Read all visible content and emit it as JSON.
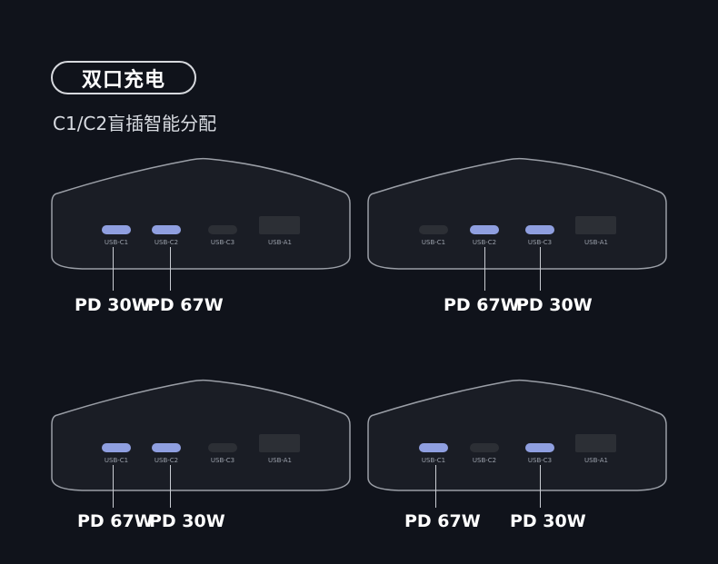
{
  "header": {
    "title": "双口充电",
    "subtitle": "C1/C2盲插智能分配"
  },
  "port_labels": [
    "USB-C1",
    "USB-C2",
    "USB-C3",
    "USB-A1"
  ],
  "panels": [
    {
      "active": [
        "USB-C1",
        "USB-C2"
      ],
      "outputs": [
        "PD 30W",
        "PD 67W"
      ]
    },
    {
      "active": [
        "USB-C2",
        "USB-C3"
      ],
      "outputs": [
        "PD 67W",
        "PD 30W"
      ]
    },
    {
      "active": [
        "USB-C1",
        "USB-C2"
      ],
      "outputs": [
        "PD 67W",
        "PD 30W"
      ]
    },
    {
      "active": [
        "USB-C1",
        "USB-C3"
      ],
      "outputs": [
        "PD 67W",
        "PD 30W"
      ]
    }
  ],
  "colors": {
    "background": "#10131b",
    "active_port": "#8f9fe0",
    "inactive_port": "#2c2f35",
    "outline": "#9a9ea6"
  }
}
